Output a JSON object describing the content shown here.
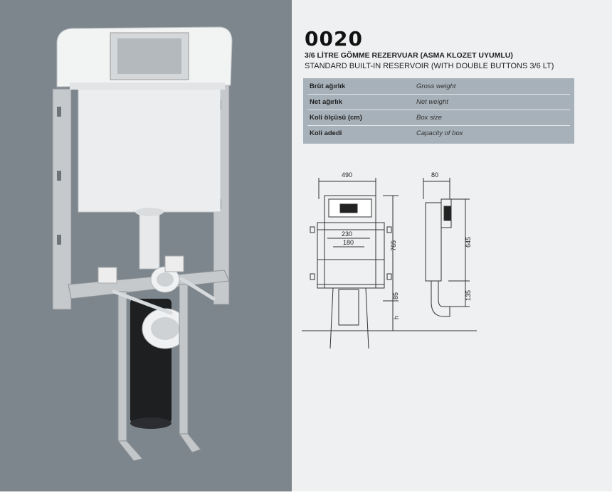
{
  "product": {
    "code": "0020",
    "title_tr": "3/6 LİTRE GÖMME REZERVUAR  (ASMA KLOZET UYUMLU)",
    "title_en": "STANDARD BUILT-IN RESERVOIR (WITH DOUBLE BUTTONS 3/6 LT)"
  },
  "specs": [
    {
      "label": "Brüt ağırlık",
      "value": "Gross weight"
    },
    {
      "label": "Net ağırlık",
      "value": "Net weight"
    },
    {
      "label": "Koli ölçüsü (cm)",
      "value": "Box size"
    },
    {
      "label": "Koli adedi",
      "value": "Capacity of box"
    }
  ],
  "drawing": {
    "front_width": "490",
    "side_width": "80",
    "inner_width_1": "230",
    "inner_width_2": "180",
    "height_total": "765",
    "height_bottom": "85",
    "height_variable": "h",
    "side_height": "645",
    "side_bottom": "135"
  },
  "colors": {
    "left_background": "#7d868d",
    "right_background": "#eef0f1",
    "table_background": "#a7b1b9"
  }
}
